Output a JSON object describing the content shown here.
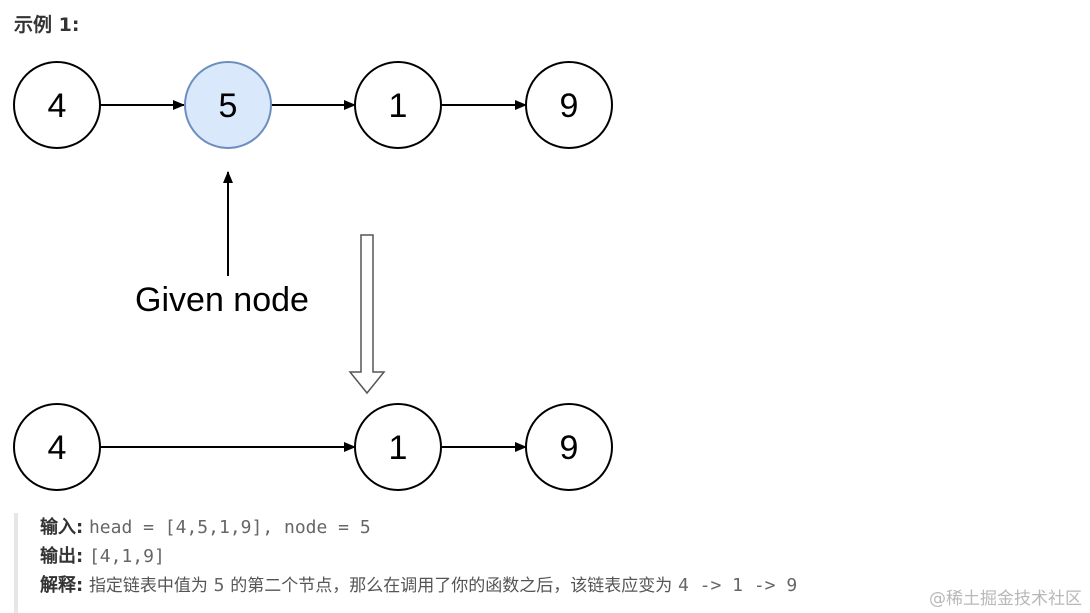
{
  "title": "示例 1:",
  "diagram": {
    "top_row": [
      "4",
      "5",
      "1",
      "9"
    ],
    "bottom_row": [
      "4",
      "1",
      "9"
    ],
    "highlight_color": "#dae8fc",
    "highlight_border": "#6c8ebf",
    "pointer_label": "Given node"
  },
  "example": {
    "input_label": "输入:",
    "input_value": "head = [4,5,1,9], node = 5",
    "output_label": "输出:",
    "output_value": "[4,1,9]",
    "explain_label": "解释:",
    "explain_text_1": "指定链表中值为",
    "explain_code_1": "5",
    "explain_text_2": "的第二个节点，那么在调用了你的函数之后，该链表应变为",
    "explain_code_2": "4 -> 1 -> 9"
  },
  "watermark": "@稀土掘金技术社区"
}
